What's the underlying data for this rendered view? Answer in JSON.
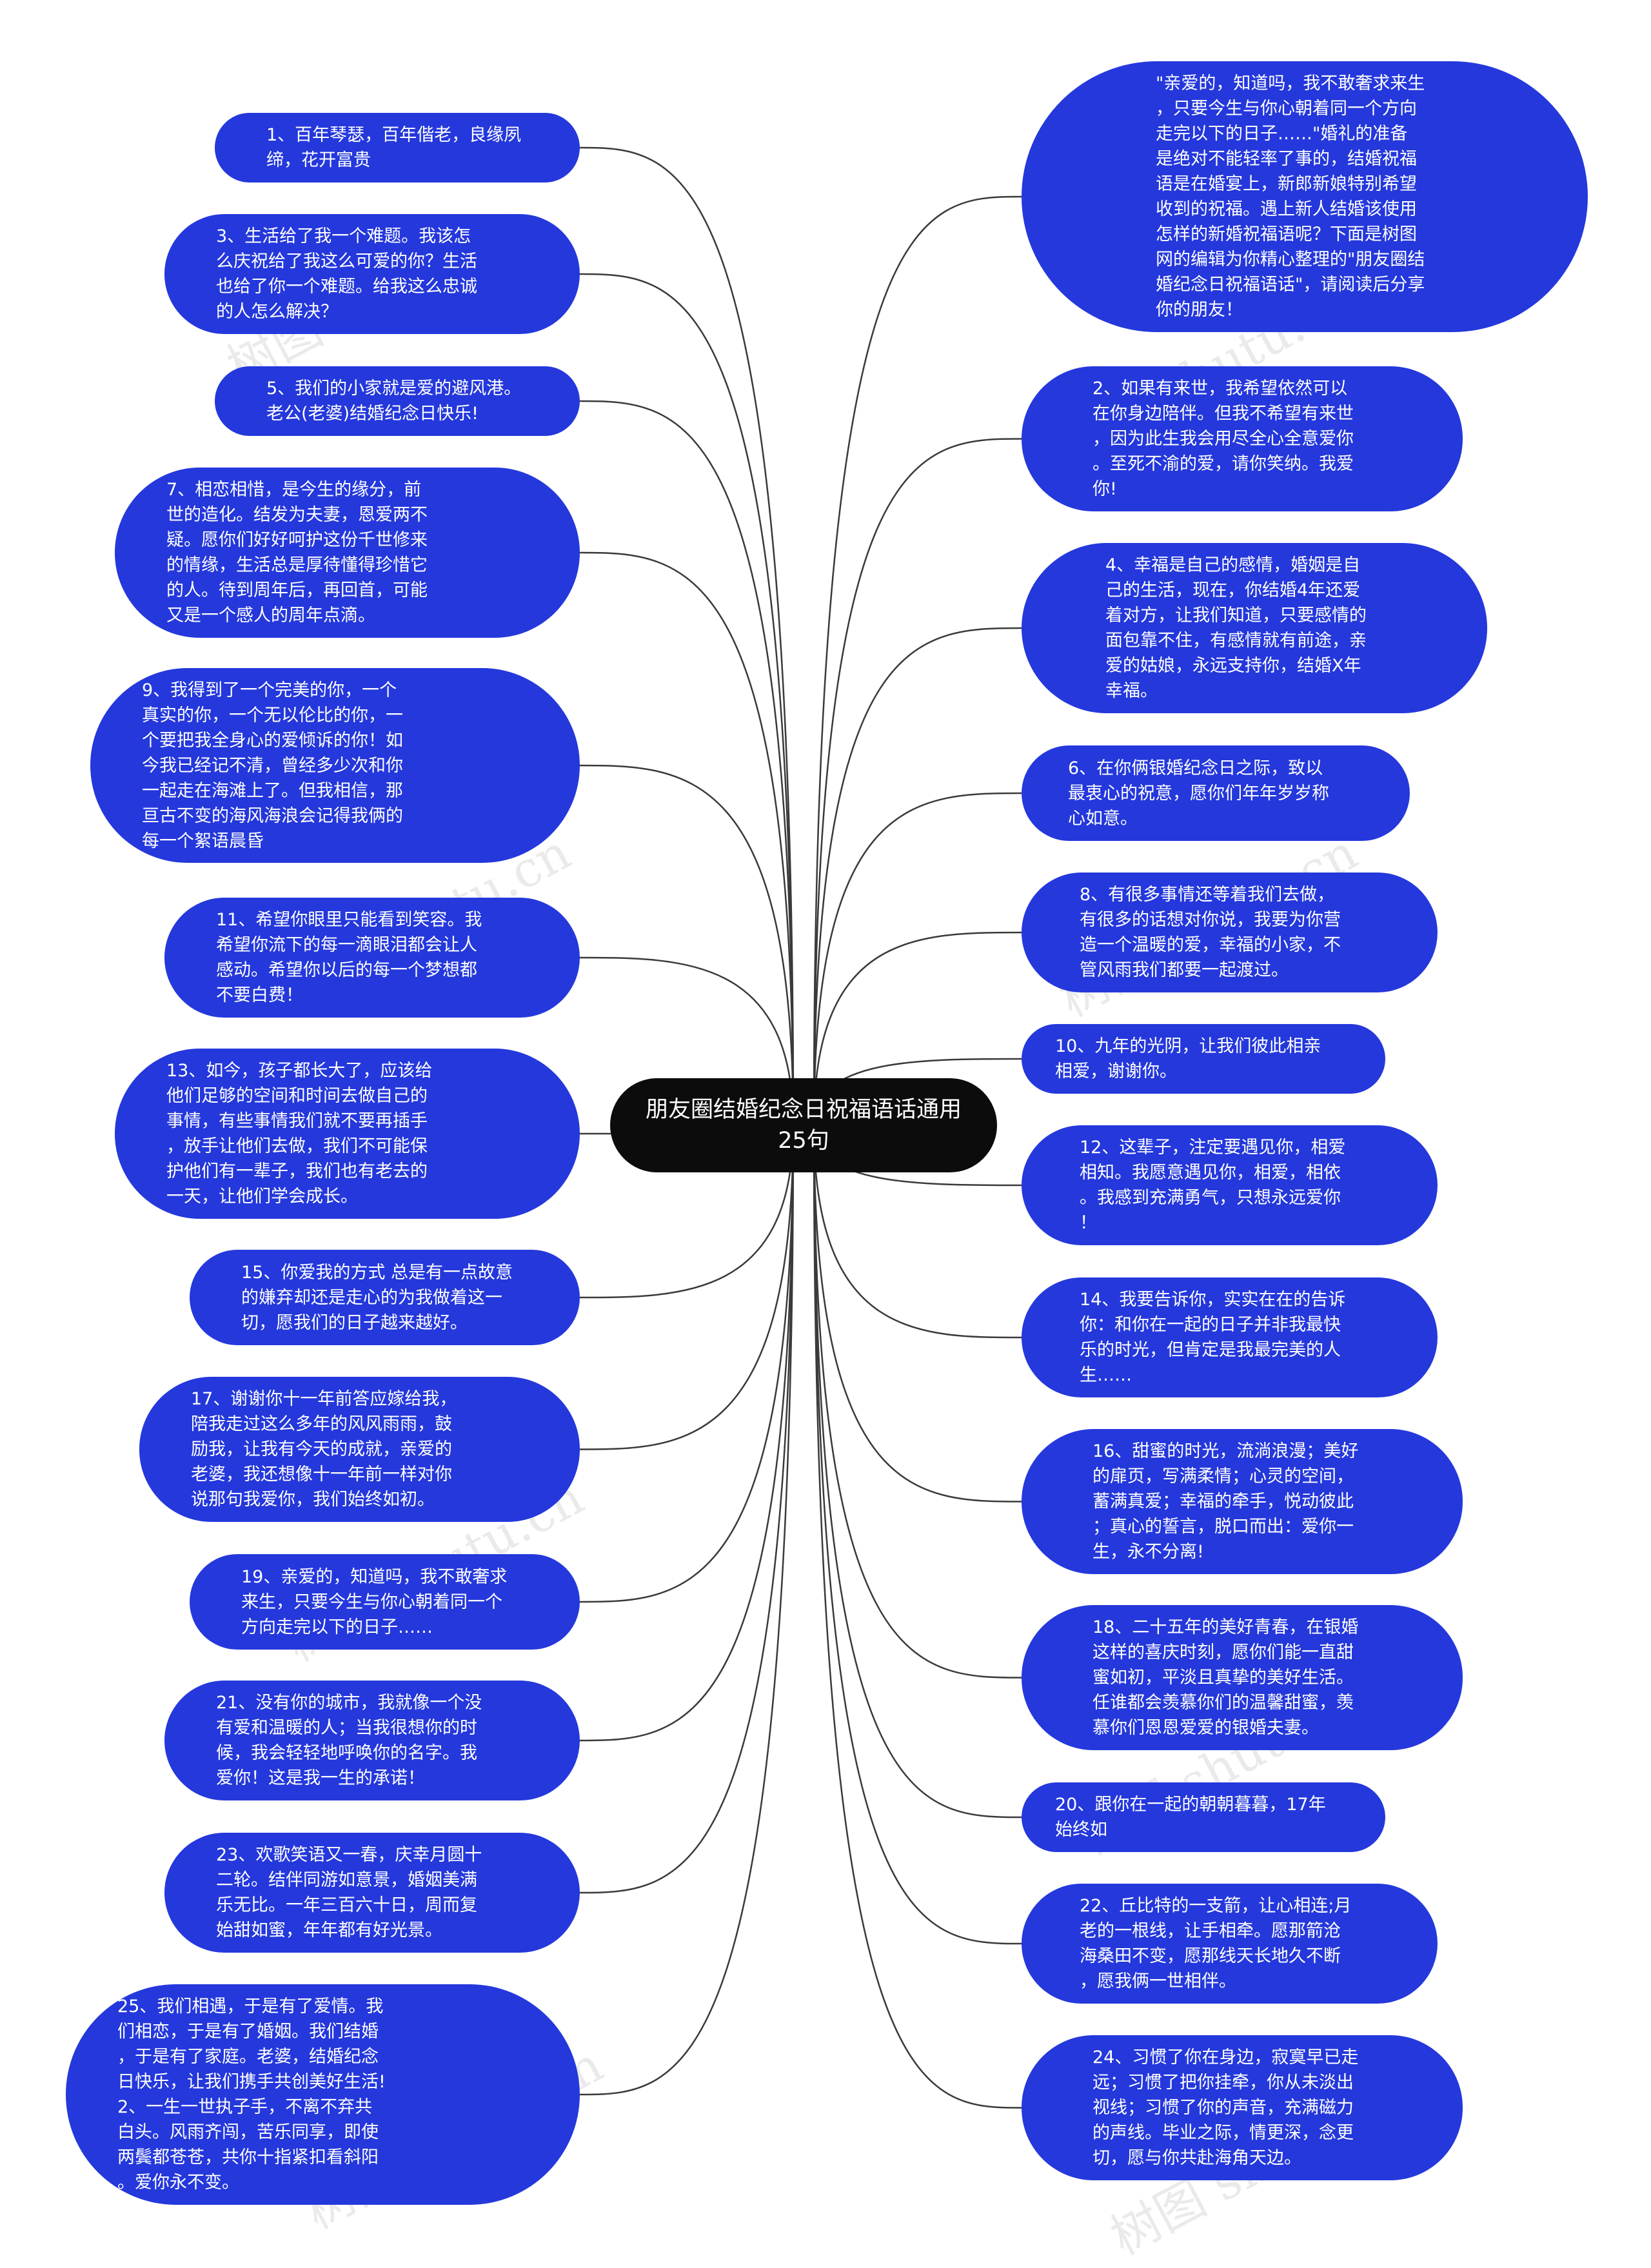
{
  "root": {
    "label": "朋友圈结婚纪念日祝福语话通用25句"
  },
  "watermark": "树图 shutu.cn",
  "colors": {
    "node": "#2438dc",
    "root": "#0c0c0c",
    "line": "#3a3a3a",
    "text": "#ffffff"
  },
  "left_nodes": [
    "1、百年琴瑟，百年偕老，良缘夙\n缔，花开富贵",
    "3、生活给了我一个难题。我该怎\n么庆祝给了我这么可爱的你？生活\n也给了你一个难题。给我这么忠诚\n的人怎么解决？",
    "5、我们的小家就是爱的避风港。\n老公(老婆)结婚纪念日快乐!",
    "7、相恋相惜，是今生的缘分，前\n世的造化。结发为夫妻，恩爱两不\n疑。愿你们好好呵护这份千世修来\n的情缘，生活总是厚待懂得珍惜它\n的人。待到周年后，再回首，可能\n又是一个感人的周年点滴。",
    "9、我得到了一个完美的你，一个\n真实的你，一个无以伦比的你，一\n个要把我全身心的爱倾诉的你！如\n今我已经记不清，曾经多少次和你\n一起走在海滩上了。但我相信，那\n亘古不变的海风海浪会记得我俩的\n每一个絮语晨昏",
    "11、希望你眼里只能看到笑容。我\n希望你流下的每一滴眼泪都会让人\n感动。希望你以后的每一个梦想都\n不要白费！",
    "13、如今，孩子都长大了，应该给\n他们足够的空间和时间去做自己的\n事情，有些事情我们就不要再插手\n，放手让他们去做，我们不可能保\n护他们有一辈子，我们也有老去的\n一天，让他们学会成长。",
    "15、你爱我的方式 总是有一点故意\n的嫌弃却还是走心的为我做着这一\n切，愿我们的日子越来越好。",
    "17、谢谢你十一年前答应嫁给我，\n陪我走过这么多年的风风雨雨，鼓\n励我，让我有今天的成就，亲爱的\n老婆，我还想像十一年前一样对你\n说那句我爱你，我们始终如初。",
    "19、亲爱的，知道吗，我不敢奢求\n来生，只要今生与你心朝着同一个\n方向走完以下的日子……",
    "21、没有你的城市，我就像一个没\n有爱和温暖的人；当我很想你的时\n候，我会轻轻地呼唤你的名字。我\n爱你！这是我一生的承诺！",
    "23、欢歌笑语又一春，庆幸月圆十\n二轮。结伴同游如意景，婚姻美满\n乐无比。一年三百六十日，周而复\n始甜如蜜，年年都有好光景。",
    "25、我们相遇，于是有了爱情。我\n们相恋，于是有了婚姻。我们结婚\n，于是有了家庭。老婆，结婚纪念\n日快乐，让我们携手共创美好生活!\n2、一生一世执子手，不离不弃共\n白头。风雨齐闯，苦乐同享，即使\n两鬓都苍苍，共你十指紧扣看斜阳\n。爱你永不变。"
  ],
  "right_nodes": [
    "\"亲爱的，知道吗，我不敢奢求来生\n，只要今生与你心朝着同一个方向\n走完以下的日子……\"婚礼的准备\n是绝对不能轻率了事的，结婚祝福\n语是在婚宴上，新郎新娘特别希望\n收到的祝福。遇上新人结婚该使用\n怎样的新婚祝福语呢？下面是树图\n网的编辑为你精心整理的\"朋友圈结\n婚纪念日祝福语话\"，请阅读后分享\n你的朋友！",
    "2、如果有来世，我希望依然可以\n在你身边陪伴。但我不希望有来世\n，因为此生我会用尽全心全意爱你\n。至死不渝的爱，请你笑纳。我爱\n你!",
    "4、幸福是自己的感情，婚姻是自\n己的生活，现在，你结婚4年还爱\n着对方，让我们知道，只要感情的\n面包靠不住，有感情就有前途，亲\n爱的姑娘，永远支持你，结婚X年\n幸福。",
    "6、在你俩银婚纪念日之际，致以\n最衷心的祝意，愿你们年年岁岁称\n心如意。",
    "8、有很多事情还等着我们去做，\n有很多的话想对你说，我要为你营\n造一个温暖的爱，幸福的小家，不\n管风雨我们都要一起渡过。",
    "10、九年的光阴，让我们彼此相亲\n相爱，谢谢你。",
    "12、这辈子，注定要遇见你，相爱\n相知。我愿意遇见你，相爱，相依\n。我感到充满勇气，只想永远爱你\n！",
    "14、我要告诉你，实实在在的告诉\n你：和你在一起的日子并非我最快\n乐的时光，但肯定是我最完美的人\n生……",
    "16、甜蜜的时光，流淌浪漫；美好\n的扉页，写满柔情；心灵的空间，\n蓄满真爱；幸福的牵手，悦动彼此\n；真心的誓言，脱口而出：爱你一\n生，永不分离!",
    "18、二十五年的美好青春，在银婚\n这样的喜庆时刻，愿你们能一直甜\n蜜如初，平淡且真挚的美好生活。\n任谁都会羡慕你们的温馨甜蜜，羡\n慕你们恩恩爱爱的银婚夫妻。",
    "20、跟你在一起的朝朝暮暮，17年\n始终如",
    "22、丘比特的一支箭，让心相连;月\n老的一根线，让手相牵。愿那箭沧\n海桑田不变，愿那线天长地久不断\n，愿我俩一世相伴。",
    "24、习惯了你在身边，寂寞早已走\n远；习惯了把你挂牵，你从未淡出\n视线；习惯了你的声音，充满磁力\n的声线。毕业之际，情更深，念更\n切，愿与你共赴海角天边。"
  ]
}
